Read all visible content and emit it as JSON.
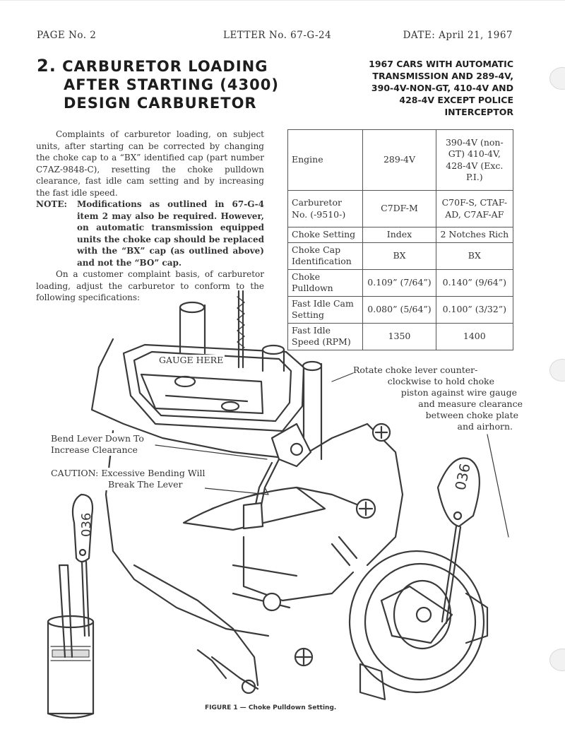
{
  "header": {
    "page": "PAGE No. 2",
    "letter": "LETTER No. 67-G-24",
    "date": "DATE: April 21, 1967"
  },
  "title": {
    "number": "2.",
    "line1": "CARBURETOR LOADING",
    "line2": "AFTER STARTING (4300)",
    "line3": "DESIGN CARBURETOR"
  },
  "applicability": {
    "line1": "1967 CARS WITH AUTOMATIC",
    "line2": "TRANSMISSION AND 289-4V,",
    "line3": "390-4V-NON-GT, 410-4V AND",
    "line4": "428-4V EXCEPT POLICE",
    "line5": "INTERCEPTOR"
  },
  "body": {
    "para1": "Complaints of carburetor loading, on subject units, after starting can be corrected by changing the choke cap to a “BX” identified cap (part number C7AZ-9848-C), resetting the choke pulldown clearance, fast idle cam setting and by increasing the fast idle speed.",
    "note_label": "NOTE:",
    "note_text": "Modifications as outlined in 67-G-4 item 2 may also be required. However, on automatic transmission equipped units the choke cap should be replaced with the “BX” cap (as outlined above) and not the “BO” cap.",
    "para2": "On a customer complaint basis, of carburetor loading, adjust the carburetor to conform to the following specifications:"
  },
  "specs_table": {
    "rows": [
      {
        "label": "Engine",
        "col1": "289-4V",
        "col2": "390-4V (non-GT) 410-4V, 428-4V (Exc. P.I.)"
      },
      {
        "label": "Carburetor No. (-9510-)",
        "col1": "C7DF-M",
        "col2": "C70F-S, CTAF-AD, C7AF-AF"
      },
      {
        "label": "Choke Setting",
        "col1": "Index",
        "col2": "2 Notches Rich"
      },
      {
        "label": "Choke Cap Identification",
        "col1": "BX",
        "col2": "BX"
      },
      {
        "label": "Choke Pulldown",
        "col1": "0.109” (7/64”)",
        "col2": "0.140” (9/64”)"
      },
      {
        "label": "Fast Idle Cam Setting",
        "col1": "0.080” (5/64”)",
        "col2": "0.100” (3/32”)"
      },
      {
        "label": "Fast Idle Speed (RPM)",
        "col1": "1350",
        "col2": "1400"
      }
    ]
  },
  "figure": {
    "gauge_label": "GAUGE HERE",
    "rotate_callout": {
      "l1": "Rotate choke lever counter-",
      "l2": "clockwise to hold choke",
      "l3": "piston against wire gauge",
      "l4": "and measure clearance",
      "l5": "between choke plate",
      "l6": "and airhorn."
    },
    "bend_callout": {
      "l1": "Bend Lever Down To",
      "l2": "Increase Clearance"
    },
    "caution_callout": {
      "l1": "CAUTION: Excessive Bending Will",
      "l2": "Break The Lever"
    },
    "gauge_tag_number": "036",
    "caption": "FIGURE 1 — Choke Pulldown Setting."
  }
}
